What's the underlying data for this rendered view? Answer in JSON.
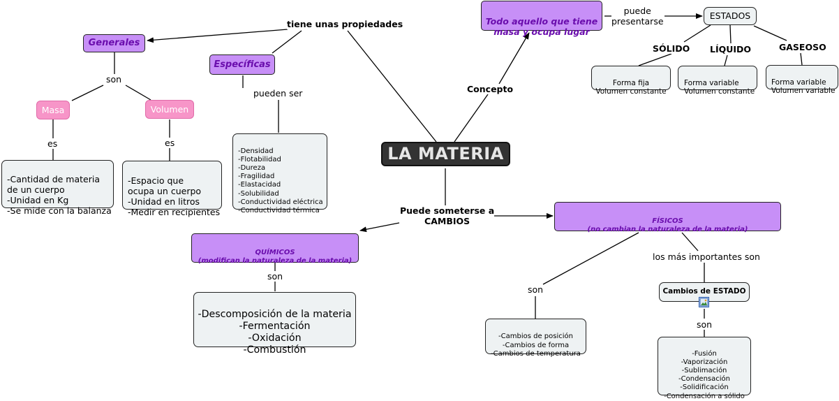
{
  "central": "LA MATERIA",
  "links": {
    "tiene_propiedades": "tiene unas propiedades",
    "son_generales": "son",
    "es_masa": "es",
    "es_volumen": "es",
    "pueden_ser": "pueden ser",
    "concepto": "Concepto",
    "puede_presentarse": "puede\npresentarse",
    "solido": "SÓLIDO",
    "liquido": "LÍQUIDO",
    "gaseoso": "GASEOSO",
    "cambios": "Puede someterse a\nCAMBIOS",
    "son_quimicos": "son",
    "mas_importantes": "los más importantes son",
    "son_fisicos": "son",
    "son_estado": "son"
  },
  "nodes": {
    "generales": "Generales",
    "especificas": "Específicas",
    "masa": "Masa",
    "volumen": "Volumen",
    "masa_desc": "-Cantidad de materia\nde un cuerpo\n-Unidad en Kg\n-Se mide con la balanza",
    "volumen_desc": "-Espacio que\nocupa un cuerpo\n-Unidad en litros\n-Medir en recipientes",
    "especificas_list": "-Densidad\n-Flotabilidad\n-Dureza\n-Fragilidad\n-Elastacidad\n-Solubilidad\n-Conductividad eléctrica\n-Conductividad térmica",
    "concepto_def": "Todo aquello que tiene\nmasa y ocupa lugar",
    "estados": "ESTADOS",
    "solido_desc": "Forma fija\nVolumen constante",
    "liquido_desc": "Forma variable\nVolumen constante",
    "gaseoso_desc": "Forma variable\nVolumen variable",
    "quimicos": "QUÍMICOS\n(modifican la naturaleza de la materia)",
    "quimicos_list": "-Descomposición de la materia\n-Fermentación\n-Oxidación\n-Combustión",
    "fisicos": "FÍSICOS\n(no cambian la naturaleza de la materia)",
    "fisicos_list": "-Cambios de posición\n-Cambios de forma\n-Cambios de temperatura",
    "cambios_estado": "Cambios de ESTADO",
    "estado_list": "-Fusión\n-Vaporización\n-Sublimación\n-Condensación\n-Solidificación\n-Condensación a sólido"
  },
  "icons": {
    "cambios_estado_attachment": "image-attachment-icon"
  }
}
